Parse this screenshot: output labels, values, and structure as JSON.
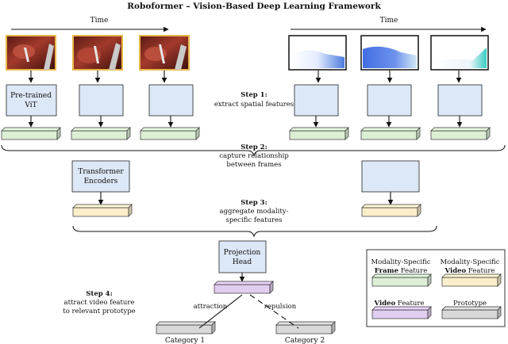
{
  "title": "Roboformer – Vision-Based Deep Learning Framework",
  "time_label_left": "Time",
  "time_label_right": "Time",
  "vit_label": [
    "Pre-trained",
    "ViT"
  ],
  "transformer_label": [
    "Transformer",
    "Encoders"
  ],
  "projection_label": [
    "Projection",
    "Head"
  ],
  "steps": [
    {
      "title": "Step 1:",
      "lines": [
        "extract spatial features"
      ]
    },
    {
      "title": "Step 2:",
      "lines": [
        "capture relationship",
        "between frames"
      ]
    },
    {
      "title": "Step 3:",
      "lines": [
        "aggregate modality-",
        "specific features"
      ]
    },
    {
      "title": "Step 4:",
      "lines": [
        "attract video feature",
        "to relevant prototype"
      ]
    }
  ],
  "attraction_label": "attraction",
  "repulsion_label": "repulsion",
  "categories": [
    "Category 1",
    "Category 2"
  ],
  "legend": {
    "frame_feature": {
      "l1": "Modality-Specific",
      "bold": "Frame",
      "rest": " Feature"
    },
    "video_feature_specific": {
      "l1": "Modality-Specific",
      "bold": "Video",
      "rest": " Feature"
    },
    "video_feature": {
      "bold": "Video",
      "rest": " Feature"
    },
    "prototype": "Prototype"
  },
  "colors": {
    "box": "#dce8f6",
    "frame_feature": "#dcefd5",
    "video_feature": "#fbeecb",
    "final_feature": "#e0cdef",
    "prototype": "#d8d8d8",
    "frame_border": "#e8b84a"
  }
}
